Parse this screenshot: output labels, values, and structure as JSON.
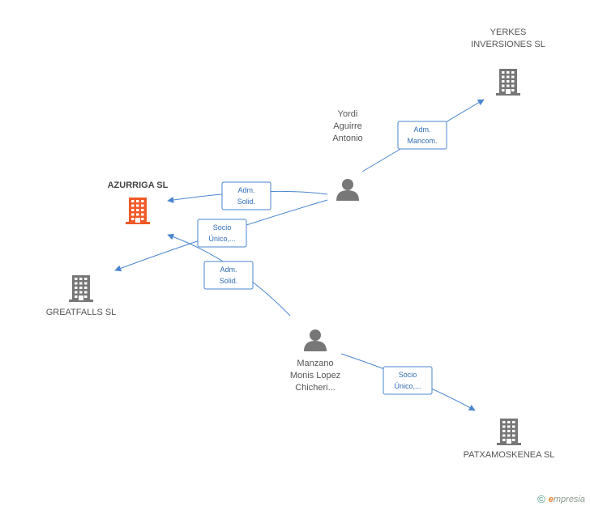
{
  "colors": {
    "edge": "#4a86cf",
    "edge_text": "#2f6db5",
    "company": "#777777",
    "company_main": "#f05a28",
    "person": "#777777"
  },
  "nodes": [
    {
      "id": "azurriga",
      "kind": "company",
      "main": true,
      "icon": "building-icon",
      "label": [
        "AZURRIGA SL"
      ]
    },
    {
      "id": "yerkes",
      "kind": "company",
      "main": false,
      "icon": "building-icon",
      "label": [
        "YERKES",
        "INVERSIONES SL"
      ]
    },
    {
      "id": "greatfalls",
      "kind": "company",
      "main": false,
      "icon": "building-icon",
      "label": [
        "GREATFALLS SL"
      ]
    },
    {
      "id": "patxamoskenea",
      "kind": "company",
      "main": false,
      "icon": "building-icon",
      "label": [
        "PATXAMOSKENEA SL"
      ]
    },
    {
      "id": "yordi",
      "kind": "person",
      "main": false,
      "icon": "person-icon",
      "label": [
        "Yordi",
        "Aguirre",
        "Antonio"
      ]
    },
    {
      "id": "manzano",
      "kind": "person",
      "main": false,
      "icon": "person-icon",
      "label": [
        "Manzano",
        "Monis Lopez",
        "Chicheri..."
      ]
    }
  ],
  "edges": [
    {
      "from": "yordi",
      "to": "yerkes",
      "label": [
        "Adm.",
        "Mancom."
      ]
    },
    {
      "from": "yordi",
      "to": "azurriga",
      "label": [
        "Adm.",
        "Solid."
      ]
    },
    {
      "from": "yordi",
      "to": "greatfalls",
      "label": [
        "Socio",
        "Único,..."
      ]
    },
    {
      "from": "manzano",
      "to": "azurriga",
      "label": [
        "Adm.",
        "Solid."
      ]
    },
    {
      "from": "manzano",
      "to": "patxamoskenea",
      "label": [
        "Socio",
        "Único,..."
      ]
    }
  ],
  "footer": {
    "copyright_symbol": "©",
    "brand_initial": "e",
    "brand_rest": "mpresia"
  }
}
